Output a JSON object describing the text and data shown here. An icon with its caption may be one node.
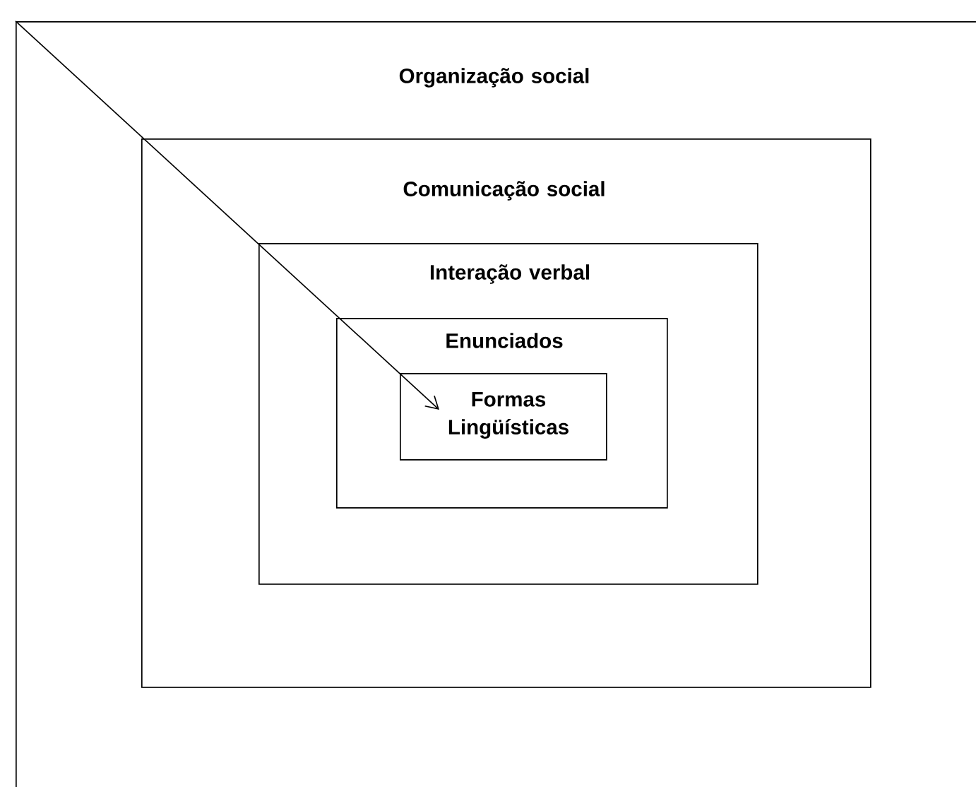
{
  "diagram": {
    "nodes": [
      {
        "text": [
          "Organização social"
        ]
      },
      {
        "text": [
          "Comunicação social"
        ],
        "in": 0
      },
      {
        "text": [
          "Interação verbal"
        ],
        "in": 1
      },
      {
        "text": [
          "Enunciados"
        ],
        "in": 2
      },
      {
        "text": [
          "Formas Lingüísticas"
        ],
        "in": 3
      }
    ],
    "edges": [
      {
        "from": 0,
        "to": 4,
        "arrow": "to"
      }
    ]
  }
}
